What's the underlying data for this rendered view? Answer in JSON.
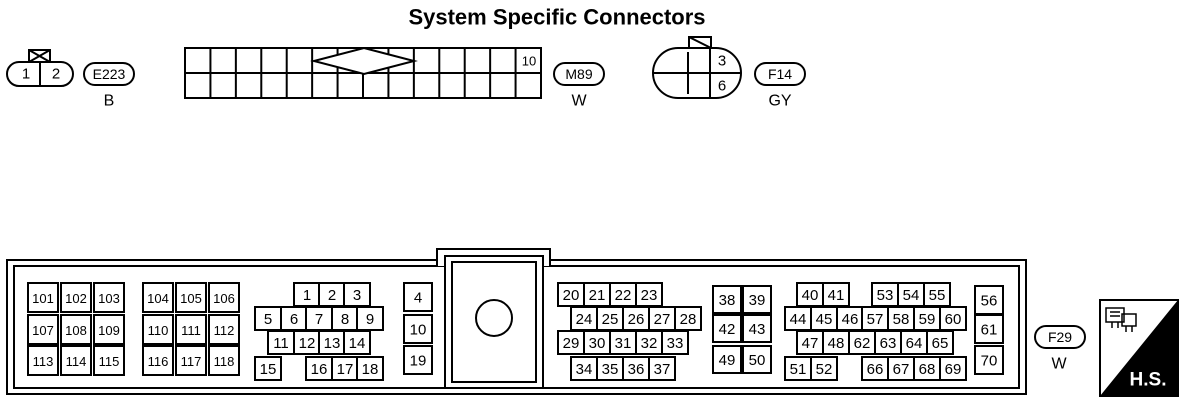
{
  "title": "System Specific Connectors",
  "connectors": {
    "e223": {
      "pins": [
        "1",
        "2"
      ],
      "id": "E223",
      "color": "B"
    },
    "m89": {
      "pin_label": "10",
      "id": "M89",
      "color": "W"
    },
    "f14": {
      "pins": [
        "3",
        "6"
      ],
      "id": "F14",
      "color": "GY"
    },
    "f29": {
      "id": "F29",
      "color": "W",
      "groups": {
        "g100": [
          "101",
          "102",
          "103",
          "107",
          "108",
          "109",
          "113",
          "114",
          "115"
        ],
        "g104": [
          "104",
          "105",
          "106",
          "110",
          "111",
          "112",
          "116",
          "117",
          "118"
        ],
        "g1": [
          "1",
          "2",
          "3",
          "5",
          "6",
          "7",
          "8",
          "9",
          "11",
          "12",
          "13",
          "14",
          "15",
          "16",
          "17",
          "18"
        ],
        "g4": [
          "4",
          "10",
          "19"
        ],
        "g20": [
          "20",
          "21",
          "22",
          "23",
          "24",
          "25",
          "26",
          "27",
          "28",
          "29",
          "30",
          "31",
          "32",
          "33",
          "34",
          "35",
          "36",
          "37"
        ],
        "g38": [
          "38",
          "39",
          "42",
          "43",
          "49",
          "50"
        ],
        "g40": [
          "40",
          "41",
          "53",
          "54",
          "55",
          "44",
          "45",
          "46",
          "57",
          "58",
          "59",
          "60",
          "47",
          "48",
          "62",
          "63",
          "64",
          "65",
          "51",
          "52",
          "66",
          "67",
          "68",
          "69"
        ],
        "g56": [
          "56",
          "61",
          "70"
        ]
      }
    }
  },
  "hs_badge": {
    "label": "H.S.",
    "icon": "harness-connector-icon"
  }
}
